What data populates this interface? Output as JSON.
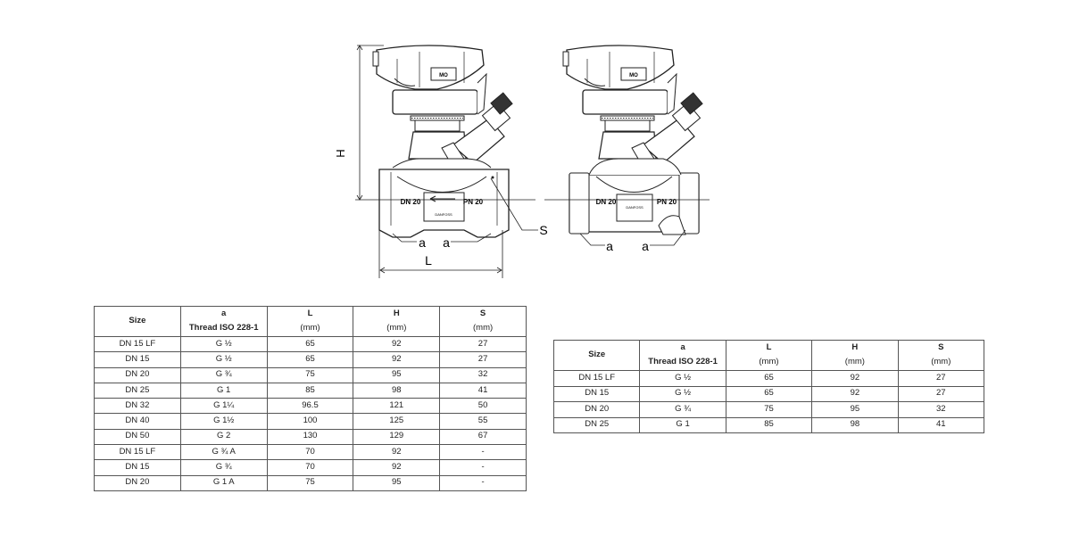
{
  "drawing": {
    "left_view": {
      "dim_h": "H",
      "dim_l": "L",
      "thread_a1": "a",
      "thread_a2": "a",
      "key_s": "S",
      "dn_label": "DN 20",
      "pn_label": "PN 20"
    },
    "right_view": {
      "thread_a1": "a",
      "thread_a2": "a",
      "dn_label": "DN 20",
      "pn_label": "PN 20"
    }
  },
  "table1": {
    "headers": [
      {
        "top": "Size",
        "unit": ""
      },
      {
        "top": "a",
        "unit": "Thread ISO 228-1"
      },
      {
        "top": "L",
        "unit": "(mm)"
      },
      {
        "top": "H",
        "unit": "(mm)"
      },
      {
        "top": "S",
        "unit": "(mm)"
      }
    ],
    "rows": [
      [
        "DN 15 LF",
        "G ½",
        "65",
        "92",
        "27"
      ],
      [
        "DN 15",
        "G ½",
        "65",
        "92",
        "27"
      ],
      [
        "DN 20",
        "G ¾",
        "75",
        "95",
        "32"
      ],
      [
        "DN 25",
        "G 1",
        "85",
        "98",
        "41"
      ],
      [
        "DN 32",
        "G 1¼",
        "96.5",
        "121",
        "50"
      ],
      [
        "DN 40",
        "G 1½",
        "100",
        "125",
        "55"
      ],
      [
        "DN 50",
        "G 2",
        "130",
        "129",
        "67"
      ],
      [
        "DN 15 LF",
        "G ¾ A",
        "70",
        "92",
        "-"
      ],
      [
        "DN 15",
        "G ¾",
        "70",
        "92",
        "-"
      ],
      [
        "DN 20",
        "G 1 A",
        "75",
        "95",
        "-"
      ]
    ]
  },
  "table2": {
    "headers": [
      {
        "top": "Size",
        "unit": ""
      },
      {
        "top": "a",
        "unit": "Thread ISO 228-1"
      },
      {
        "top": "L",
        "unit": "(mm)"
      },
      {
        "top": "H",
        "unit": "(mm)"
      },
      {
        "top": "S",
        "unit": "(mm)"
      }
    ],
    "rows": [
      [
        "DN 15 LF",
        "G ½",
        "65",
        "92",
        "27"
      ],
      [
        "DN 15",
        "G ½",
        "65",
        "92",
        "27"
      ],
      [
        "DN 20",
        "G ¾",
        "75",
        "95",
        "32"
      ],
      [
        "DN 25",
        "G 1",
        "85",
        "98",
        "41"
      ]
    ]
  }
}
